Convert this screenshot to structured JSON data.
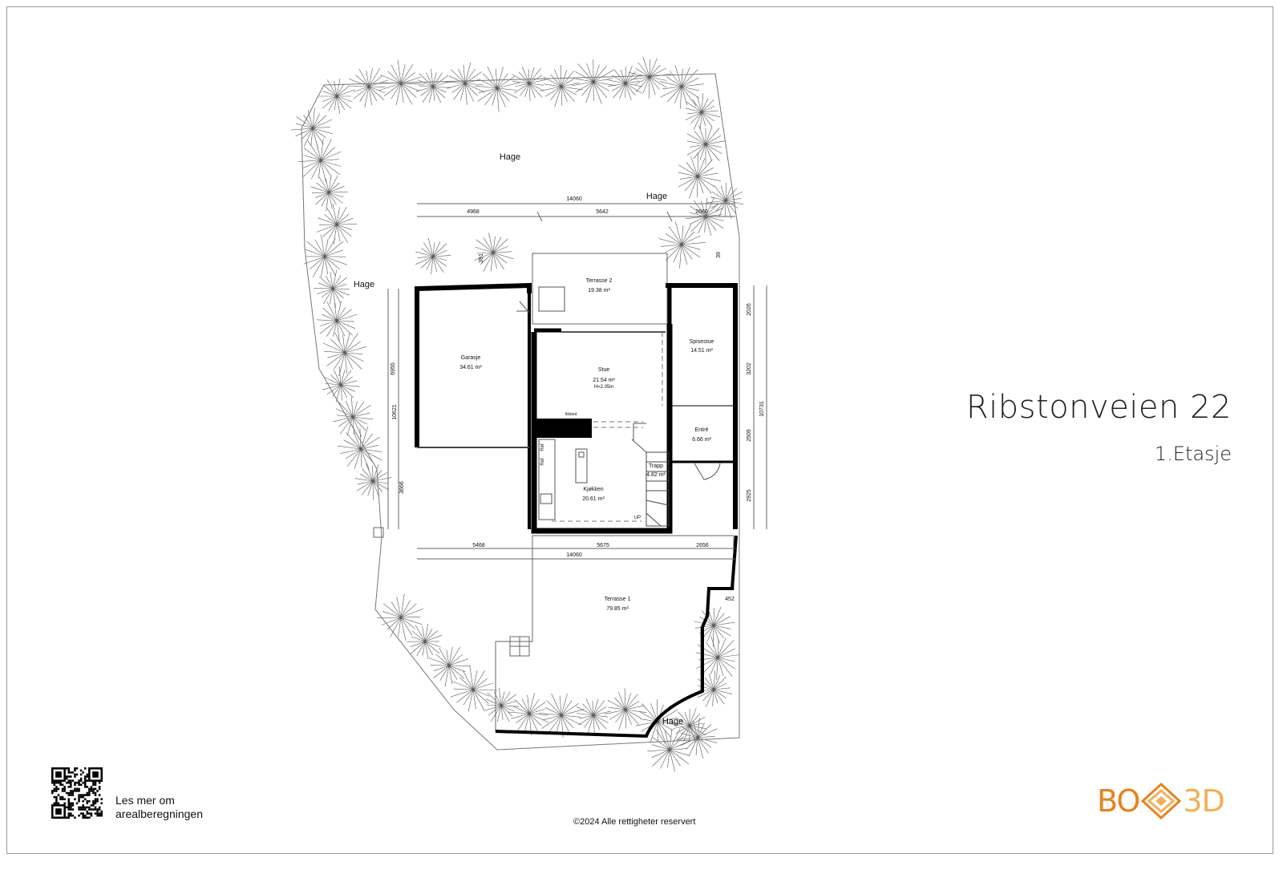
{
  "document": {
    "title": "Ribstonveien 22",
    "subtitle": "1.Etasje",
    "qr_caption_line1": "Les mer om",
    "qr_caption_line2": "arealberegningen",
    "copyright": "©2024 Alle rettigheter reservert",
    "logo": {
      "left": "BO",
      "right": "3D",
      "mark": "diamond-logo-icon",
      "primary_color": "#e8821e",
      "secondary_color": "#f2b05a"
    }
  },
  "rooms": [
    {
      "name": "Garasje",
      "area": "34.61 m²"
    },
    {
      "name": "Terrasse 2",
      "area": "19.38 m²"
    },
    {
      "name": "Stue",
      "area": "21.54 m²",
      "height": "H=2.35m"
    },
    {
      "name": "Spisestue",
      "area": "14.51 m²"
    },
    {
      "name": "Entré",
      "area": "6.66 m²"
    },
    {
      "name": "Trapp",
      "area": "4.82 m²"
    },
    {
      "name": "Kjøkken",
      "area": "20.61 m²"
    },
    {
      "name": "Terrasse 1",
      "area": "79.85 m²"
    }
  ],
  "labels": {
    "hage": "Hage",
    "ildsted": "Ildsted",
    "ref": "Ref",
    "up": "UP"
  },
  "dimensions": {
    "top_total": "14060",
    "top_1": "4968",
    "top_2": "5642",
    "top_3": "2680",
    "bottom_total": "14060",
    "bottom_1": "5468",
    "bottom_2": "5675",
    "bottom_3": "2656",
    "left_total": "10621",
    "left_1": "6955",
    "left_2": "3666",
    "right_total": "10731",
    "right_1": "2026",
    "right_2": "3202",
    "right_3": "2509",
    "right_4": "2925",
    "small_391": "391",
    "small_39": "39",
    "small_452": "452"
  }
}
